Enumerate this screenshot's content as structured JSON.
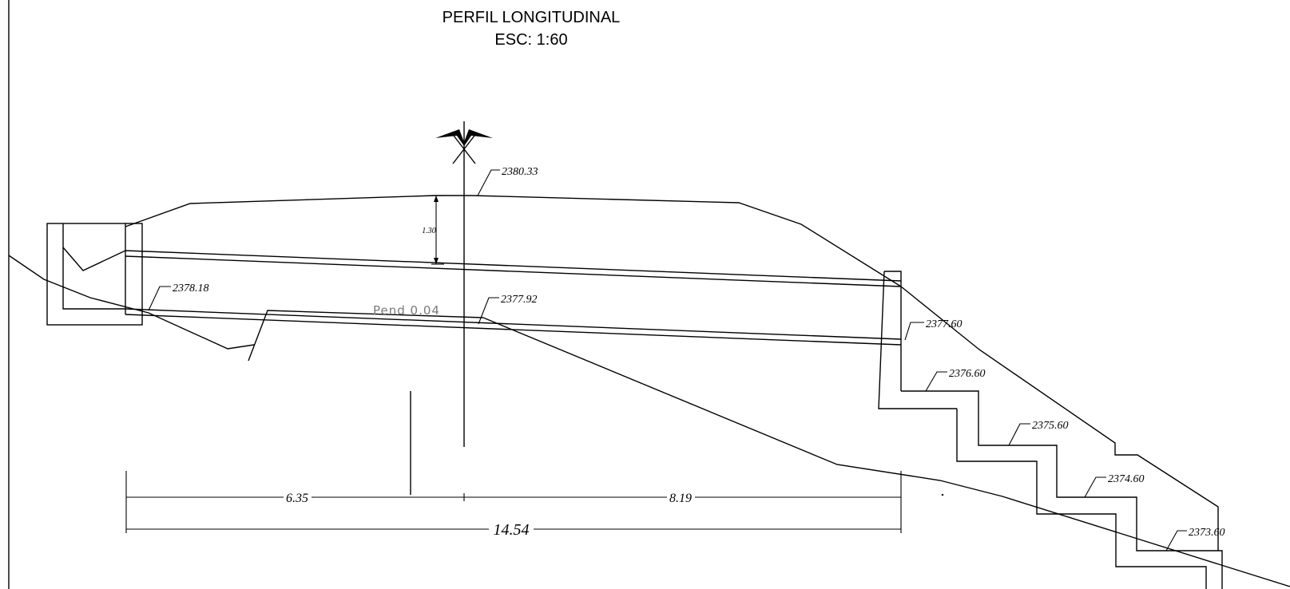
{
  "drawing": {
    "title": "PERFIL LONGITUDINAL",
    "scale": "ESC: 1:60",
    "slope_label": "Pend 0.04",
    "elevations": {
      "top": "2380.33",
      "inlet": "2378.18",
      "center": "2377.92",
      "outlet": "2377.60",
      "step1": "2376.60",
      "step2": "2375.60",
      "step3": "2374.60",
      "step4": "2373.60"
    },
    "dimensions": {
      "left": "6.35",
      "right": "8.19",
      "total": "14.54",
      "cover": "1.30"
    },
    "line_color": "#000000",
    "slope_text_color": "#7a7a7a"
  }
}
